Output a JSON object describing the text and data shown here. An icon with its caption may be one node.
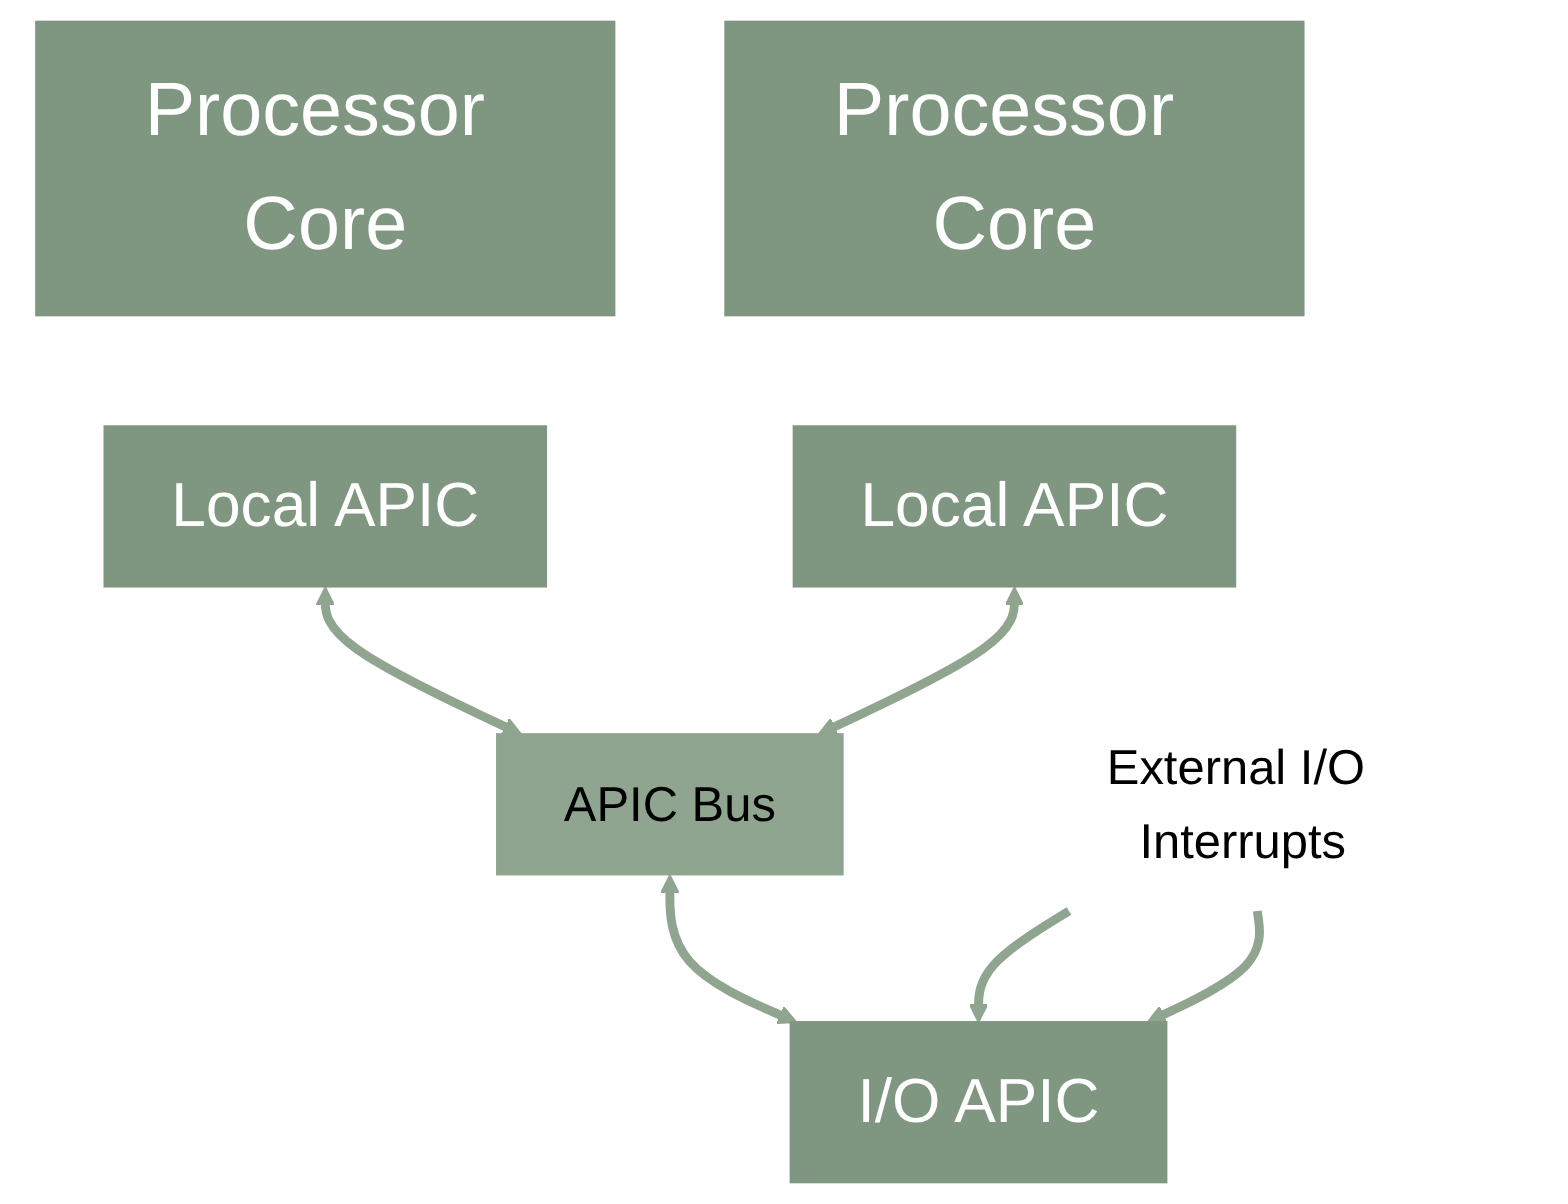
{
  "diagram": {
    "nodes": [
      {
        "text": [
          "Processor Core"
        ]
      },
      {
        "text": [
          "Processor Core"
        ]
      },
      {
        "text": [
          "Local APIC"
        ]
      },
      {
        "text": [
          "Local APIC"
        ]
      },
      {
        "text": [
          "APIC Bus"
        ]
      },
      {
        "text": [
          "I/O APIC"
        ]
      },
      {
        "text": [
          "External I/O Interrupts"
        ]
      }
    ],
    "edges": [
      {
        "from": 2,
        "to": 4,
        "arrow": "both"
      },
      {
        "from": 3,
        "to": 4,
        "arrow": "both"
      },
      {
        "from": 4,
        "to": 5,
        "arrow": "both"
      },
      {
        "from": 6,
        "to": 5,
        "arrow": "to"
      },
      {
        "from": 6,
        "to": 5,
        "arrow": "to"
      }
    ]
  }
}
